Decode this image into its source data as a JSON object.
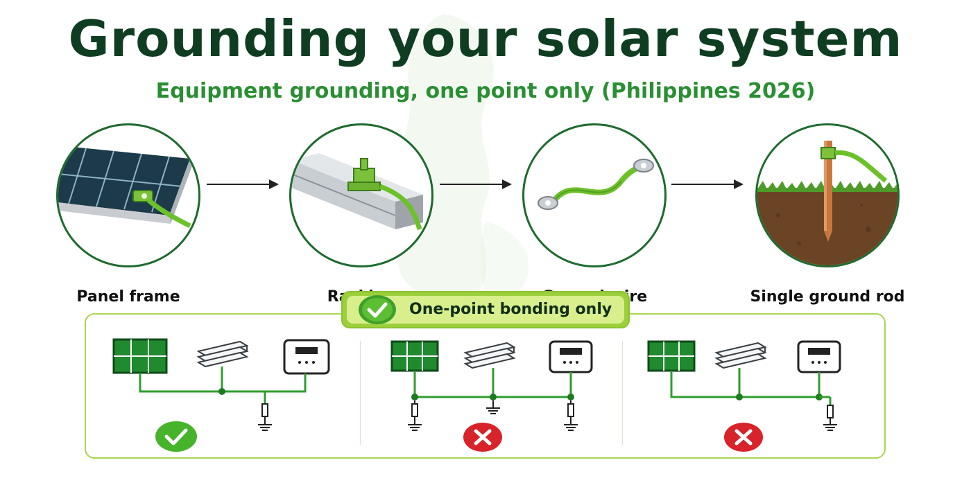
{
  "header": {
    "title": "Grounding your solar system",
    "subtitle": "Equipment grounding, one point only (Philippines 2026)"
  },
  "steps": [
    {
      "label": "Panel frame",
      "icon": "solar-panel-frame-icon"
    },
    {
      "label": "Racking",
      "icon": "racking-rail-icon"
    },
    {
      "label": "Ground wire",
      "icon": "ground-wire-icon"
    },
    {
      "label": "Single ground rod",
      "icon": "ground-rod-icon"
    }
  ],
  "rule": {
    "label": "One-point bonding only",
    "icon": "check-icon"
  },
  "scenarios": [
    {
      "status": "correct",
      "status_icon": "check-icon",
      "ground_rods": 1
    },
    {
      "status": "incorrect",
      "status_icon": "cross-icon",
      "ground_rods": 3
    },
    {
      "status": "incorrect",
      "status_icon": "cross-icon",
      "ground_rods": 1
    }
  ],
  "colors": {
    "title": "#0f3d22",
    "accent_green": "#2a8f33",
    "wire_green": "#6cc12a",
    "ok": "#4cb82a",
    "error": "#d8232a",
    "banner": "#d9ef8e"
  }
}
